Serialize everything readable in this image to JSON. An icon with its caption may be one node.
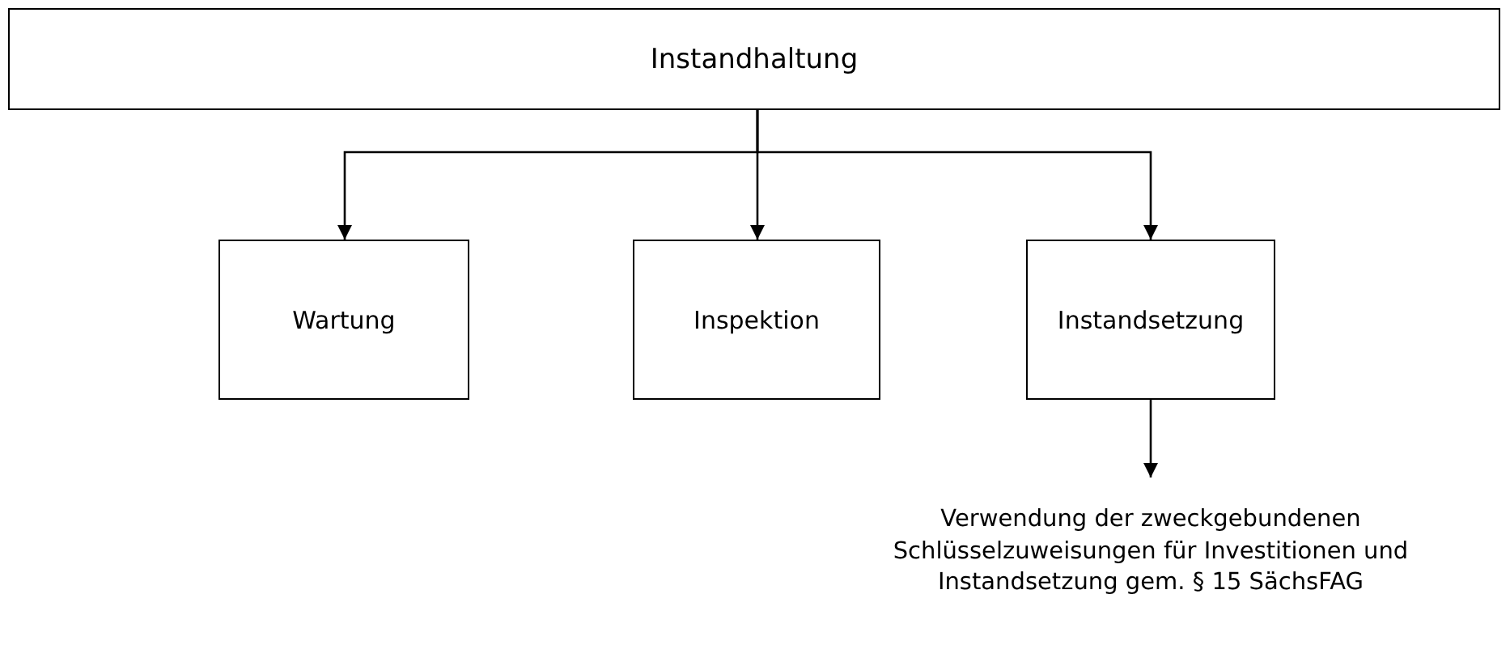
{
  "diagram": {
    "nodes": [
      {
        "text": [
          "Instandhaltung"
        ]
      },
      {
        "text": [
          "Wartung"
        ]
      },
      {
        "text": [
          "Inspektion"
        ]
      },
      {
        "text": [
          "Instandsetzung"
        ]
      },
      {
        "text": [
          "Verwendung der zweckgebundenen Schlüsselzuweisungen für Investitionen und Instandsetzung gem. § 15 SächsFAG"
        ]
      }
    ],
    "edges": [
      {
        "from": 0,
        "to": 1,
        "arrow": "to"
      },
      {
        "from": 0,
        "to": 2,
        "arrow": "to"
      },
      {
        "from": 0,
        "to": 3,
        "arrow": "to"
      },
      {
        "from": 3,
        "to": 4,
        "arrow": "to"
      }
    ]
  }
}
